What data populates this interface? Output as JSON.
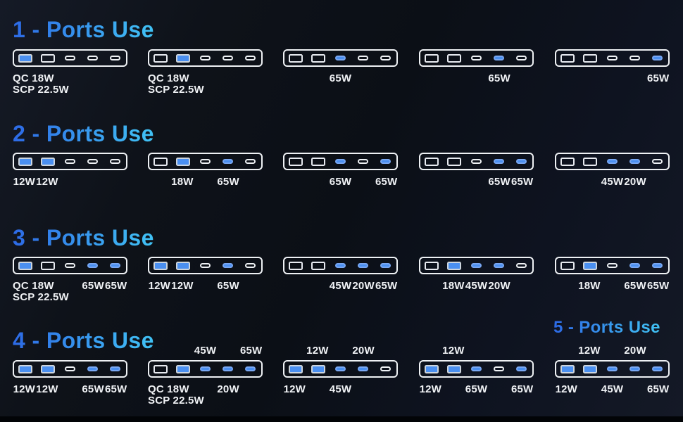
{
  "colors": {
    "background_dark": "#0b0f16",
    "background_light_corner": "#151a26",
    "title_gradient_start": "#2d6ae6",
    "title_gradient_end": "#41c3f5",
    "port_active_blue": "#4a8ff0",
    "outline_white": "#eef1f4",
    "label_text": "#f0f2f5",
    "footer_bar": "#020407"
  },
  "port_types": [
    "usb-a",
    "usb-a",
    "usb-c",
    "usb-c",
    "usb-c"
  ],
  "sections": [
    {
      "title": "1 - Ports Use",
      "row": 0,
      "side": "left"
    },
    {
      "title": "2 - Ports Use",
      "row": 1,
      "side": "left"
    },
    {
      "title": "3 - Ports Use",
      "row": 2,
      "side": "left"
    },
    {
      "title": "4 - Ports Use",
      "row": 3,
      "side": "left"
    },
    {
      "title": "5 - Ports Use",
      "row": 3,
      "side": "right"
    }
  ],
  "chargers": [
    {
      "row": 0,
      "col": 0,
      "active": [
        1
      ],
      "labels": [
        {
          "pos": "below",
          "port": 1,
          "align": "left",
          "lines": [
            "QC 18W",
            "SCP 22.5W"
          ]
        }
      ]
    },
    {
      "row": 0,
      "col": 1,
      "active": [
        2
      ],
      "labels": [
        {
          "pos": "below",
          "port": 1,
          "align": "left",
          "lines": [
            "QC 18W",
            "SCP 22.5W"
          ]
        }
      ]
    },
    {
      "row": 0,
      "col": 2,
      "active": [
        3
      ],
      "labels": [
        {
          "pos": "below",
          "port": 3,
          "lines": [
            "65W"
          ]
        }
      ]
    },
    {
      "row": 0,
      "col": 3,
      "active": [
        4
      ],
      "labels": [
        {
          "pos": "below",
          "port": 4,
          "lines": [
            "65W"
          ]
        }
      ]
    },
    {
      "row": 0,
      "col": 4,
      "active": [
        5
      ],
      "labels": [
        {
          "pos": "below",
          "port": 5,
          "lines": [
            "65W"
          ]
        }
      ]
    },
    {
      "row": 1,
      "col": 0,
      "active": [
        1,
        2
      ],
      "labels": [
        {
          "pos": "below",
          "port": 1,
          "lines": [
            "12W"
          ]
        },
        {
          "pos": "below",
          "port": 2,
          "lines": [
            "12W"
          ]
        }
      ]
    },
    {
      "row": 1,
      "col": 1,
      "active": [
        2,
        4
      ],
      "labels": [
        {
          "pos": "below",
          "port": 2,
          "lines": [
            "18W"
          ]
        },
        {
          "pos": "below",
          "port": 4,
          "lines": [
            "65W"
          ]
        }
      ]
    },
    {
      "row": 1,
      "col": 2,
      "active": [
        3,
        5
      ],
      "labels": [
        {
          "pos": "below",
          "port": 3,
          "lines": [
            "65W"
          ]
        },
        {
          "pos": "below",
          "port": 5,
          "lines": [
            "65W"
          ]
        }
      ]
    },
    {
      "row": 1,
      "col": 3,
      "active": [
        4,
        5
      ],
      "labels": [
        {
          "pos": "below",
          "port": 4,
          "lines": [
            "65W"
          ]
        },
        {
          "pos": "below",
          "port": 5,
          "lines": [
            "65W"
          ]
        }
      ]
    },
    {
      "row": 1,
      "col": 4,
      "active": [
        3,
        4
      ],
      "labels": [
        {
          "pos": "below",
          "port": 3,
          "lines": [
            "45W"
          ]
        },
        {
          "pos": "below",
          "port": 4,
          "lines": [
            "20W"
          ]
        }
      ]
    },
    {
      "row": 2,
      "col": 0,
      "active": [
        1,
        4,
        5
      ],
      "labels": [
        {
          "pos": "below",
          "port": 1,
          "align": "left",
          "lines": [
            "QC 18W",
            "SCP 22.5W"
          ]
        },
        {
          "pos": "below",
          "port": 4,
          "lines": [
            "65W"
          ]
        },
        {
          "pos": "below",
          "port": 5,
          "lines": [
            "65W"
          ]
        }
      ]
    },
    {
      "row": 2,
      "col": 1,
      "active": [
        1,
        2,
        4
      ],
      "labels": [
        {
          "pos": "below",
          "port": 1,
          "lines": [
            "12W"
          ]
        },
        {
          "pos": "below",
          "port": 2,
          "lines": [
            "12W"
          ]
        },
        {
          "pos": "below",
          "port": 4,
          "lines": [
            "65W"
          ]
        }
      ]
    },
    {
      "row": 2,
      "col": 2,
      "active": [
        3,
        4,
        5
      ],
      "labels": [
        {
          "pos": "below",
          "port": 3,
          "lines": [
            "45W"
          ]
        },
        {
          "pos": "below",
          "port": 4,
          "lines": [
            "20W"
          ]
        },
        {
          "pos": "below",
          "port": 5,
          "lines": [
            "65W"
          ]
        }
      ]
    },
    {
      "row": 2,
      "col": 3,
      "active": [
        2,
        3,
        4
      ],
      "labels": [
        {
          "pos": "below",
          "port": 2,
          "lines": [
            "18W"
          ]
        },
        {
          "pos": "below",
          "port": 3,
          "lines": [
            "45W"
          ]
        },
        {
          "pos": "below",
          "port": 4,
          "lines": [
            "20W"
          ]
        }
      ]
    },
    {
      "row": 2,
      "col": 4,
      "active": [
        2,
        4,
        5
      ],
      "labels": [
        {
          "pos": "below",
          "port": 2,
          "lines": [
            "18W"
          ]
        },
        {
          "pos": "below",
          "port": 4,
          "lines": [
            "65W"
          ]
        },
        {
          "pos": "below",
          "port": 5,
          "lines": [
            "65W"
          ]
        }
      ]
    },
    {
      "row": 3,
      "col": 0,
      "active": [
        1,
        2,
        4,
        5
      ],
      "labels": [
        {
          "pos": "below",
          "port": 1,
          "lines": [
            "12W"
          ]
        },
        {
          "pos": "below",
          "port": 2,
          "lines": [
            "12W"
          ]
        },
        {
          "pos": "below",
          "port": 4,
          "lines": [
            "65W"
          ]
        },
        {
          "pos": "below",
          "port": 5,
          "lines": [
            "65W"
          ]
        }
      ]
    },
    {
      "row": 3,
      "col": 1,
      "active": [
        2,
        3,
        4,
        5
      ],
      "labels": [
        {
          "pos": "above",
          "port": 3,
          "lines": [
            "45W"
          ]
        },
        {
          "pos": "above",
          "port": 5,
          "lines": [
            "65W"
          ]
        },
        {
          "pos": "below",
          "port": 1,
          "align": "left",
          "lines": [
            "QC 18W",
            "SCP 22.5W"
          ]
        },
        {
          "pos": "below",
          "port": 4,
          "lines": [
            "20W"
          ]
        }
      ]
    },
    {
      "row": 3,
      "col": 2,
      "active": [
        1,
        2,
        3,
        4
      ],
      "labels": [
        {
          "pos": "above",
          "port": 2,
          "lines": [
            "12W"
          ]
        },
        {
          "pos": "above",
          "port": 4,
          "lines": [
            "20W"
          ]
        },
        {
          "pos": "below",
          "port": 1,
          "lines": [
            "12W"
          ]
        },
        {
          "pos": "below",
          "port": 3,
          "lines": [
            "45W"
          ]
        }
      ]
    },
    {
      "row": 3,
      "col": 3,
      "active": [
        1,
        2,
        3,
        5
      ],
      "labels": [
        {
          "pos": "above",
          "port": 2,
          "lines": [
            "12W"
          ]
        },
        {
          "pos": "below",
          "port": 1,
          "lines": [
            "12W"
          ]
        },
        {
          "pos": "below",
          "port": 3,
          "lines": [
            "65W"
          ]
        },
        {
          "pos": "below",
          "port": 5,
          "lines": [
            "65W"
          ]
        }
      ]
    },
    {
      "row": 3,
      "col": 4,
      "active": [
        1,
        2,
        3,
        4,
        5
      ],
      "labels": [
        {
          "pos": "above",
          "port": 2,
          "lines": [
            "12W"
          ]
        },
        {
          "pos": "above",
          "port": 4,
          "lines": [
            "20W"
          ]
        },
        {
          "pos": "below",
          "port": 1,
          "lines": [
            "12W"
          ]
        },
        {
          "pos": "below",
          "port": 3,
          "lines": [
            "45W"
          ]
        },
        {
          "pos": "below",
          "port": 5,
          "lines": [
            "65W"
          ]
        }
      ]
    }
  ]
}
